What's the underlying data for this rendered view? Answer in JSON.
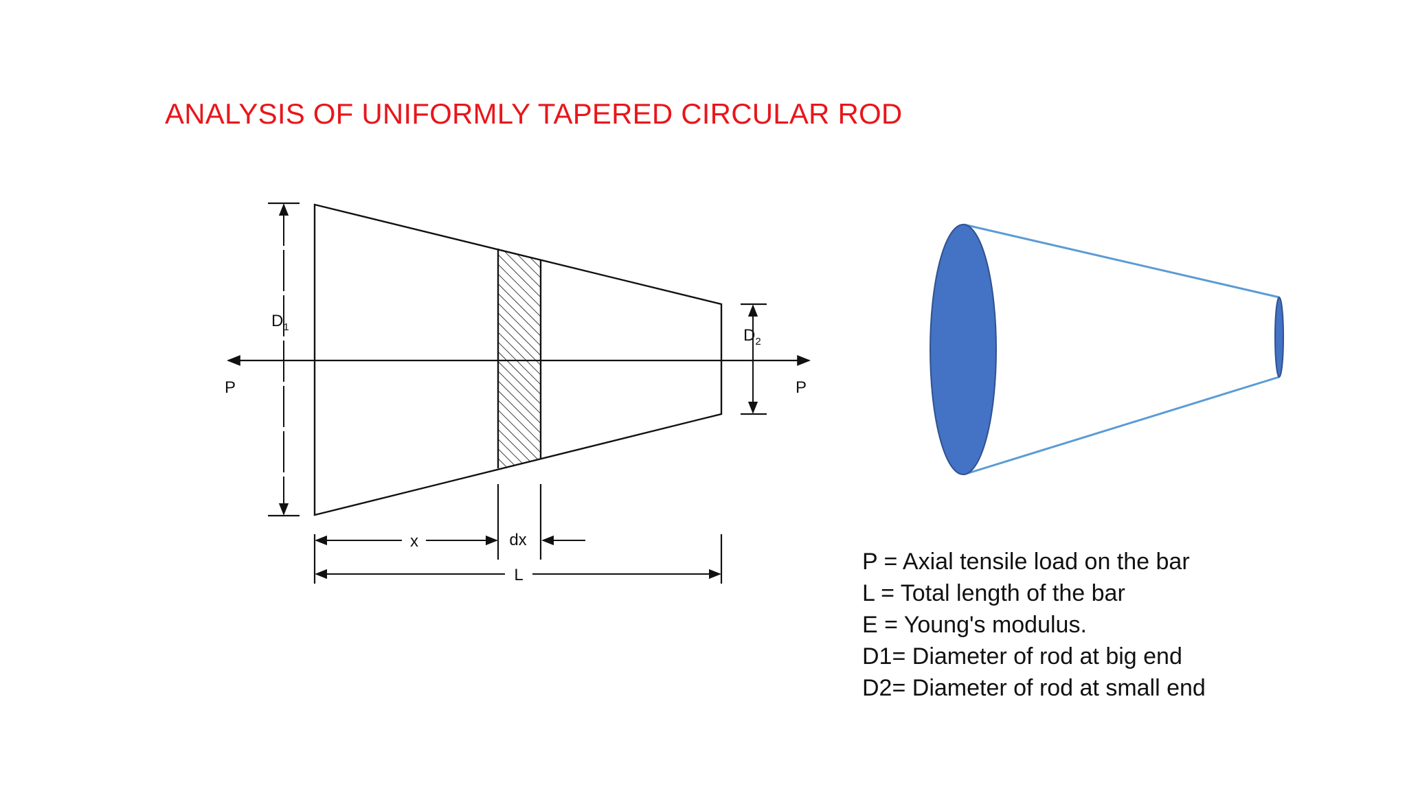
{
  "title": "ANALYSIS OF UNIFORMLY TAPERED CIRCULAR ROD",
  "diagram": {
    "load_left": "P",
    "load_right": "P",
    "big_diameter": "D",
    "big_diameter_sub": "1",
    "small_diameter": "D",
    "small_diameter_sub": "2",
    "distance": "x",
    "element_width": "dx",
    "length": "L"
  },
  "definitions": [
    "P = Axial tensile load on the bar",
    "L = Total length of the bar",
    "E = Young's modulus.",
    "D1= Diameter of rod at big end",
    "D2= Diameter of rod at small end"
  ],
  "colors": {
    "title": "#e8161b",
    "cone_fill": "#4472c4",
    "cone_line": "#5b9bd5"
  }
}
